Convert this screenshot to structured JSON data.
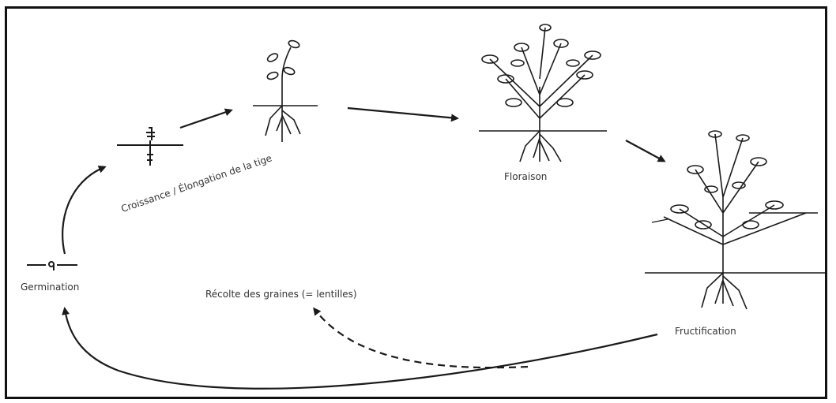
{
  "diagram": {
    "stages": {
      "germination": "Germination",
      "croissance": "Croissance / Élongation de la tige",
      "floraison": "Floraison",
      "fructification": "Fructification",
      "recolte": "Récolte des graines (= lentilles)"
    }
  },
  "colors": {
    "ink": "#1a1a1a",
    "label": "#333333"
  },
  "icons": [
    "seed-sprout-icon",
    "seedling-icon",
    "flowering-plant-icon",
    "fruiting-plant-icon"
  ]
}
